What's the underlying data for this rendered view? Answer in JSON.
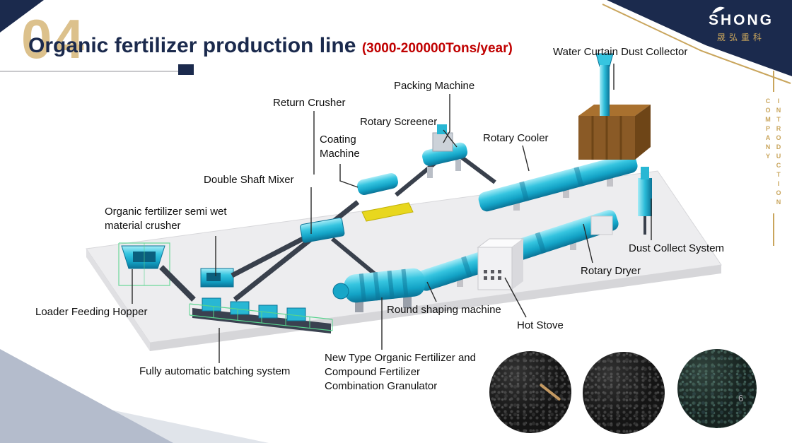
{
  "slide": {
    "number": "04",
    "title": "Organic fertilizer production line",
    "capacity": "(3000-200000Tons/year)",
    "page_number": "6"
  },
  "logo": {
    "name": "SHONG",
    "subtitle": "晟弘重科"
  },
  "side_text": {
    "word1": "COMPANY",
    "word2": "INTRODUCTION"
  },
  "labels": [
    {
      "id": "water-curtain-dust-collector",
      "text": "Water Curtain Dust Collector"
    },
    {
      "id": "packing-machine",
      "text": "Packing Machine"
    },
    {
      "id": "return-crusher",
      "text": "Return Crusher"
    },
    {
      "id": "rotary-screener",
      "text": "Rotary Screener"
    },
    {
      "id": "coating-machine",
      "text": "Coating Machine"
    },
    {
      "id": "rotary-cooler",
      "text": "Rotary Cooler"
    },
    {
      "id": "double-shaft-mixer",
      "text": "Double Shaft Mixer"
    },
    {
      "id": "semi-wet-crusher",
      "text": "Organic fertilizer semi wet material crusher"
    },
    {
      "id": "dust-collect-system",
      "text": "Dust Collect System"
    },
    {
      "id": "rotary-dryer",
      "text": "Rotary Dryer"
    },
    {
      "id": "loader-feeding-hopper",
      "text": "Loader Feeding Hopper"
    },
    {
      "id": "round-shaping-machine",
      "text": "Round shaping machine"
    },
    {
      "id": "hot-stove",
      "text": "Hot Stove"
    },
    {
      "id": "batching-system",
      "text": "Fully automatic batching system"
    },
    {
      "id": "granulator",
      "text": "New Type Organic Fertilizer and Compound Fertilizer Combination Granulator"
    }
  ],
  "colors": {
    "navy": "#1b2a4d",
    "gold": "#c9a55c",
    "red": "#c00000",
    "machine_cyan": "#22b4d2",
    "number_tan": "#dcc18c"
  }
}
